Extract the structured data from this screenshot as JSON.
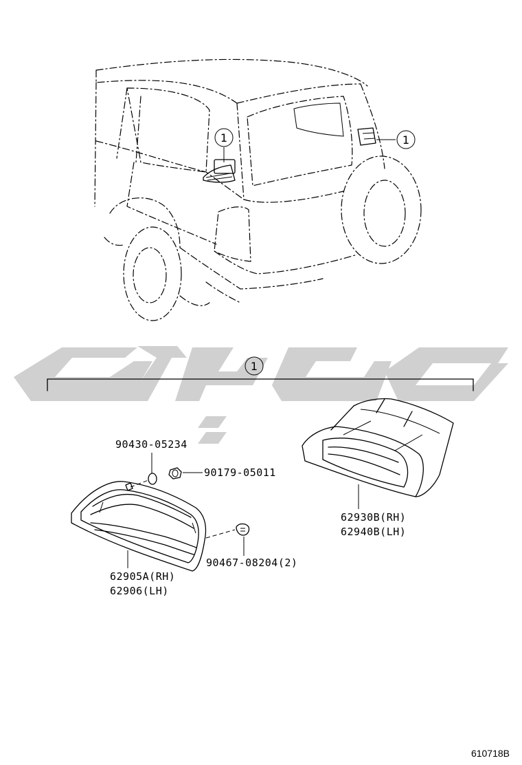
{
  "callouts": {
    "top_left": "1",
    "top_right": "1",
    "group": "1"
  },
  "parts": {
    "p1_number": "90430-05234",
    "p2_number": "90179-05011",
    "p3_number": "90467-08204(2)",
    "p4_line1": "62905A(RH)",
    "p4_line2": "62906(LH)",
    "p5_line1": "62930B(RH)",
    "p5_line2": "62940B(LH)"
  },
  "diagram_code": "610718B",
  "colors": {
    "ink": "#000000",
    "watermark": "#d0d0d0",
    "background": "#ffffff"
  }
}
